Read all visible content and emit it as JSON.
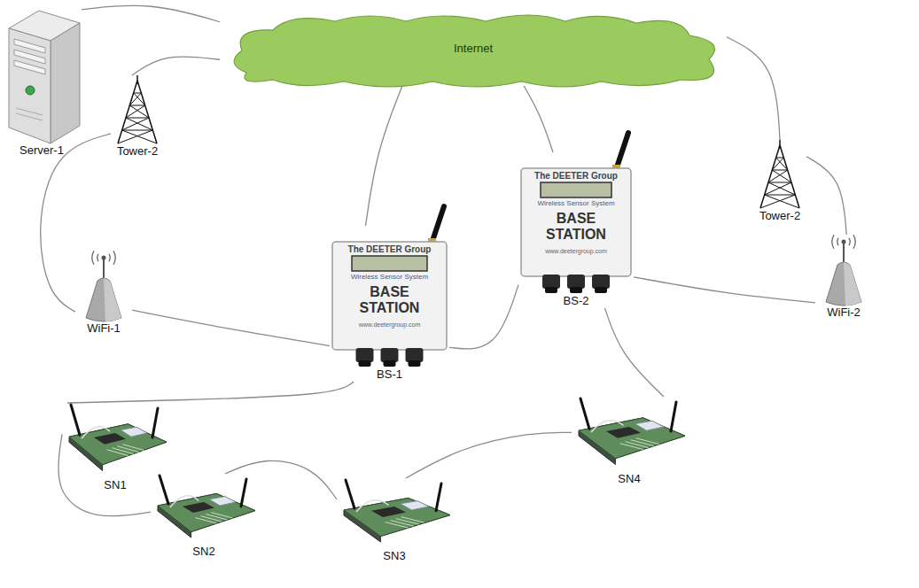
{
  "diagram": {
    "nodes": [
      {
        "text": [
          "Server-1"
        ]
      },
      {
        "text": [
          "Internet"
        ]
      },
      {
        "text": [
          "Tower-2"
        ]
      },
      {
        "text": [
          "BS-2"
        ]
      },
      {
        "text": [
          "Tower-2"
        ]
      },
      {
        "text": [
          "WiFi-1"
        ]
      },
      {
        "text": [
          "BS-1"
        ]
      },
      {
        "text": [
          "WiFi-2"
        ]
      },
      {
        "text": [
          "SN1"
        ]
      },
      {
        "text": [
          "SN2"
        ]
      },
      {
        "text": [
          "SN3"
        ]
      },
      {
        "text": [
          "SN4"
        ]
      }
    ],
    "edges": [
      {
        "from": 0,
        "to": 1,
        "arrow": "none"
      },
      {
        "from": 2,
        "to": 1,
        "arrow": "none"
      },
      {
        "from": 2,
        "to": 5,
        "arrow": "none"
      },
      {
        "from": 5,
        "to": 6,
        "arrow": "none"
      },
      {
        "from": 6,
        "to": 1,
        "arrow": "none"
      },
      {
        "from": 3,
        "to": 1,
        "arrow": "none"
      },
      {
        "from": 1,
        "to": 4,
        "arrow": "none"
      },
      {
        "from": 4,
        "to": 7,
        "arrow": "none"
      },
      {
        "from": 7,
        "to": 3,
        "arrow": "none"
      },
      {
        "from": 6,
        "to": 3,
        "arrow": "none"
      },
      {
        "from": 6,
        "to": 8,
        "arrow": "none"
      },
      {
        "from": 3,
        "to": 11,
        "arrow": "none"
      },
      {
        "from": 8,
        "to": 9,
        "arrow": "none"
      },
      {
        "from": 9,
        "to": 10,
        "arrow": "none"
      },
      {
        "from": 10,
        "to": 11,
        "arrow": "none"
      }
    ],
    "labels": [
      "The DEETER Group",
      "Wireless Sensor System",
      "BASE STATION",
      "www.deetergroup.com",
      "The DEETER Group",
      "Wireless Sensor System",
      "BASE STATION",
      "www.deetergroup.com"
    ]
  }
}
